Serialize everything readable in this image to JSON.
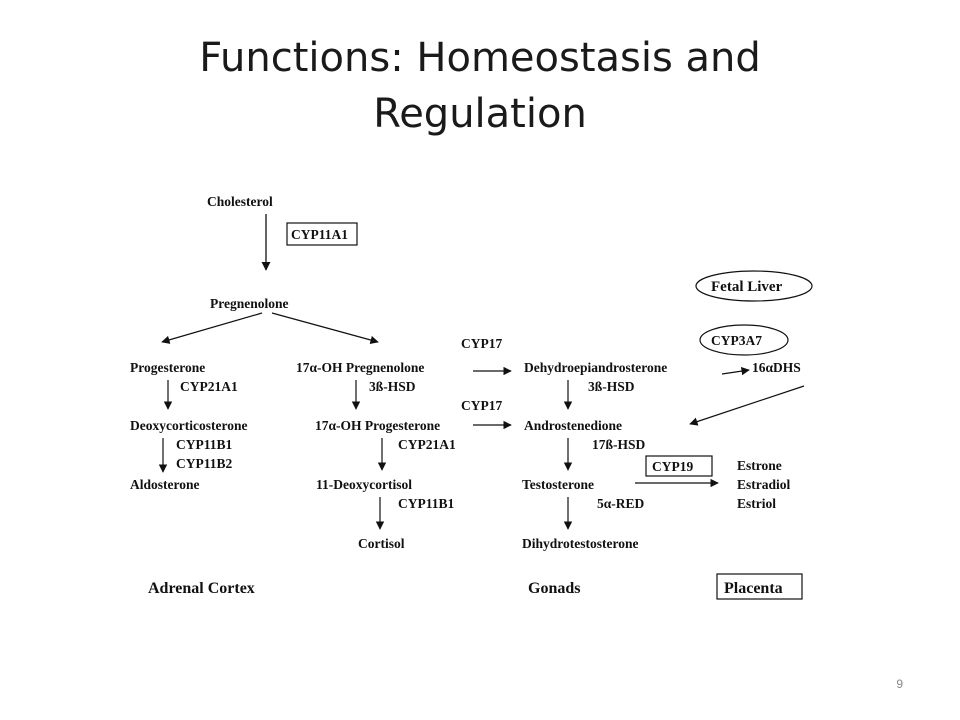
{
  "slide": {
    "title_line1": "Functions: Homeostasis and",
    "title_line2": "Regulation",
    "page_number": "9"
  },
  "diagram": {
    "cholesterol": "Cholesterol",
    "cyp11a1": "CYP11A1",
    "pregnenolone": "Pregnenolone",
    "fetal_liver": "Fetal Liver",
    "cyp3a7": "CYP3A7",
    "adrenal": {
      "progesterone": "Progesterone",
      "cyp21a1": "CYP21A1",
      "deoxycorticosterone": "Deoxycorticosterone",
      "cyp11b1": "CYP11B1",
      "cyp11b2": "CYP11B2",
      "aldosterone": "Aldosterone",
      "oh_pregnenolone": "17α-OH Pregnenolone",
      "hsd3b": "3ß-HSD",
      "oh_progesterone": "17α-OH Progesterone",
      "cyp21a1_b": "CYP21A1",
      "deoxycortisol": "11-Deoxycortisol",
      "cyp11b1_b": "CYP11B1",
      "cortisol": "Cortisol"
    },
    "cyp17_top": "CYP17",
    "cyp17_bottom": "CYP17",
    "gonads": {
      "dhea": "Dehydroepiandrosterone",
      "hsd3b": "3ß-HSD",
      "androstenedione": "Androstenedione",
      "hsd17b": "17ß-HSD",
      "testosterone": "Testosterone",
      "red5a": "5α-RED",
      "dht": "Dihydrotestosterone"
    },
    "dhs16": "16αDHS",
    "cyp19": "CYP19",
    "placenta_products": {
      "estrone": "Estrone",
      "estradiol": "Estradiol",
      "estriol": "Estriol"
    },
    "regions": {
      "adrenal_cortex": "Adrenal Cortex",
      "gonads": "Gonads",
      "placenta": "Placenta"
    }
  }
}
